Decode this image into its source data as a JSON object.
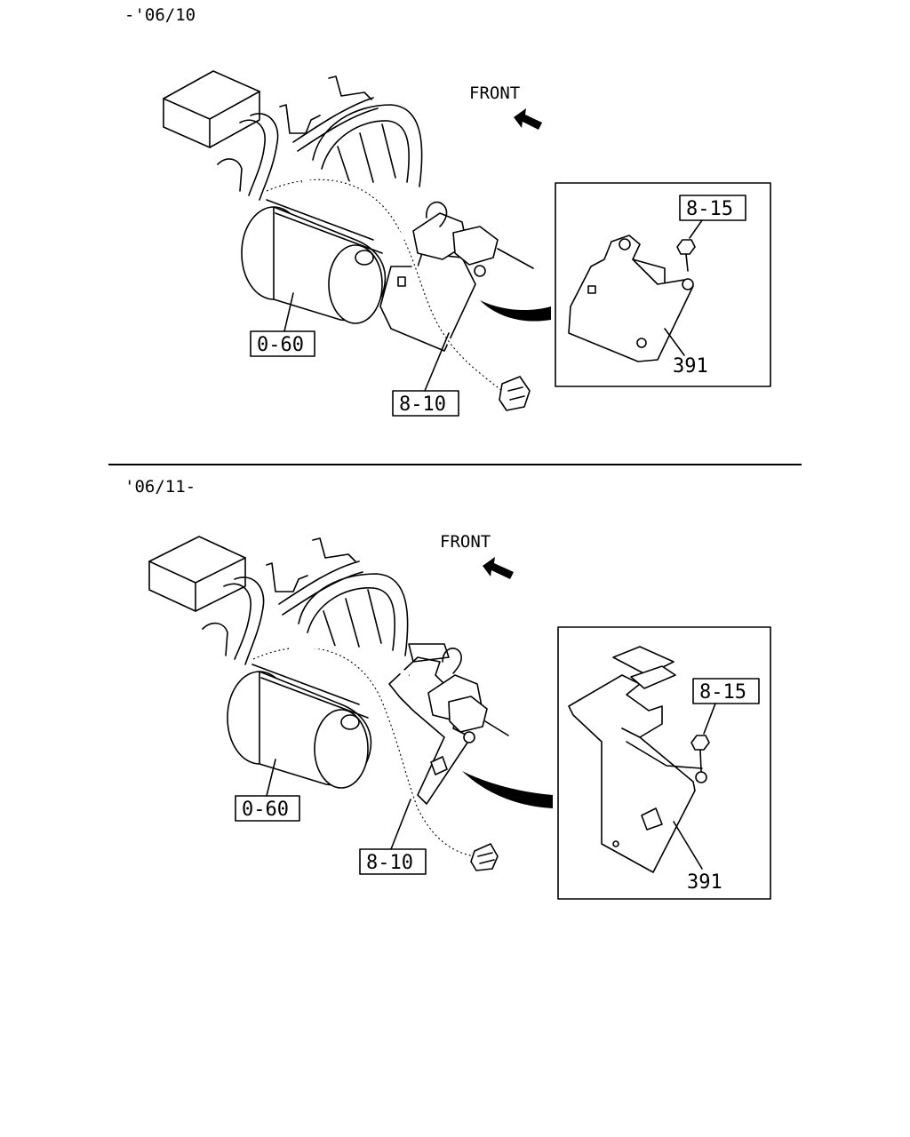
{
  "sections": [
    {
      "date_label": "-'06/10",
      "front_label": "FRONT",
      "callouts": {
        "starter": "0-60",
        "harness": "8-10",
        "nut": "8-15",
        "bracket": "391"
      }
    },
    {
      "date_label": "'06/11-",
      "front_label": "FRONT",
      "callouts": {
        "starter": "0-60",
        "harness": "8-10",
        "nut": "8-15",
        "bracket": "391"
      }
    }
  ]
}
